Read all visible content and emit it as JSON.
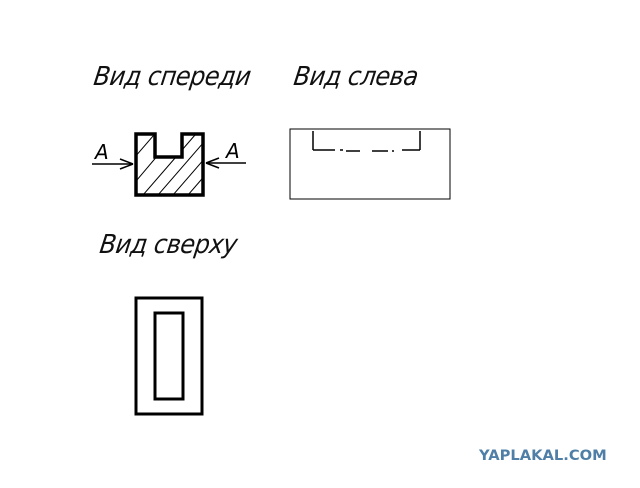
{
  "views": {
    "front": {
      "label": "Вид спереди"
    },
    "left": {
      "label": "Вид слева"
    },
    "top": {
      "label": "Вид сверху"
    }
  },
  "section_marks": {
    "left": "A",
    "right": "A"
  },
  "watermark": {
    "text": "YAPLAKAL.COM",
    "color": "#4f7fa6"
  },
  "colors": {
    "line": "#000000",
    "background": "#ffffff"
  }
}
